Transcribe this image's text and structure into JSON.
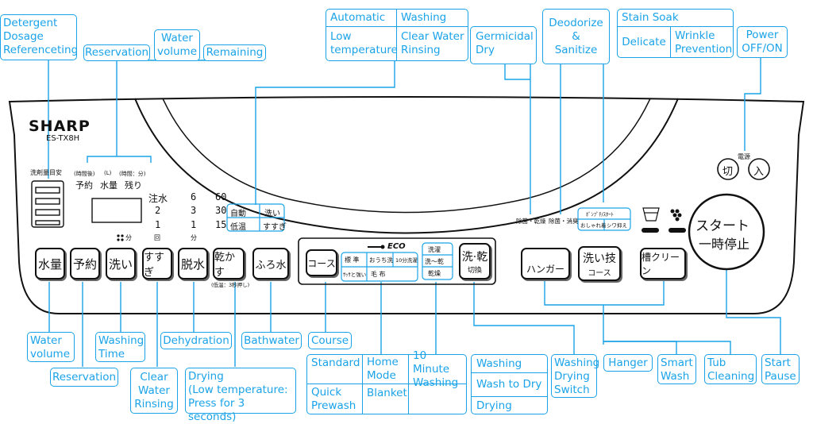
{
  "colors": {
    "accent": "#1aa3e8",
    "ink": "#111111",
    "panel": "#ffffff"
  },
  "device": {
    "brand": "SHARP",
    "model": "ES-TX8H"
  },
  "panel_text": {
    "dosage_title": "洗剤量目安",
    "small_headers": [
      "(時間後)",
      "(L)",
      "(時間：分)"
    ],
    "headers": [
      "予約",
      "水量",
      "残り"
    ],
    "water_col": [
      "注水",
      "2",
      "1"
    ],
    "col6": [
      "6",
      "3",
      "1"
    ],
    "col60": [
      "60",
      "30",
      "15"
    ],
    "dry_table": [
      "自動",
      "洗い",
      "低温",
      "すすぎ"
    ],
    "unit_labels": [
      "分",
      "回",
      "分"
    ],
    "dry_note": "(低温：3秒押し)",
    "eco": "ECO",
    "course_table": [
      "標 準",
      "おうち洗",
      "10分洗濯",
      "ｻｯｻと強い",
      "毛 布"
    ],
    "mode_table": [
      "洗濯",
      "洗～乾",
      "乾燥"
    ],
    "power_title": "電源",
    "power_buttons": [
      "切",
      "入"
    ],
    "germ_labels": [
      "除菌・乾燥",
      "除菌・消臭"
    ],
    "soak_table": [
      "ﾎﾟﾝﾌﾟﾁ/ｽﾀｰﾄ",
      "おしゃれ着",
      "シワ抑え"
    ],
    "start_button": [
      "スタート",
      "一時停止"
    ],
    "buttons": {
      "water_volume": "水量",
      "reservation": "予約",
      "washing": "洗い",
      "rinse": "すすぎ",
      "dehydration": "脱水",
      "drying": "乾かす",
      "bathwater": "ふろ水",
      "course": "コース",
      "wash_dry_top": "洗·乾",
      "wash_dry_bottom": "切換",
      "hanger": "ハンガー",
      "smart_top": "洗い技",
      "smart_bottom": "コース",
      "tub": "槽クリーン"
    }
  },
  "labels": {
    "detergent": "Detergent\nDosage\nReferenceting",
    "reservation_top": "Reservation",
    "water_volume_top": "Water\nvolume",
    "remaining": "Remaining",
    "germicidal": "Germicidal\nDry",
    "deodorize": "Deodorize\n&\nSanitize",
    "power": "Power\nOFF/ON",
    "water_volume_bottom": "Water\nvolume",
    "reservation_bottom": "Reservation",
    "washing_time": "Washing\nTime",
    "clear_water": "Clear\nWater\nRinsing",
    "dehydration": "Dehydration",
    "drying_low": "Drying\n(Low temperature:\nPress for 3 seconds)",
    "bathwater": "Bathwater",
    "course": "Course",
    "washing_drying_switch": "Washing\nDrying\nSwitch",
    "hanger": "Hanger",
    "smart_wash": "Smart\nWash",
    "tub_cleaning": "Tub\nCleaning",
    "start_pause": "Start\nPause"
  },
  "top_table": {
    "automatic": "Automatic",
    "washing": "Washing",
    "low_temperature": "Low\ntemperature",
    "clear_water_rinsing": "Clear Water\nRinsing"
  },
  "stain_table": {
    "stain_soak": "Stain Soak",
    "delicate": "Delicate",
    "wrinkle_prevention": "Wrinkle\nPrevention"
  },
  "course_grid": {
    "standard": "Standard",
    "home_mode": "Home\nMode",
    "ten_minute": "10 Minute\nWashing",
    "quick_prewash": "Quick\nPrewash",
    "blanket": "Blanket"
  },
  "mode_grid": {
    "washing": "Washing",
    "wash_to_dry": "Wash to Dry",
    "drying": "Drying"
  }
}
